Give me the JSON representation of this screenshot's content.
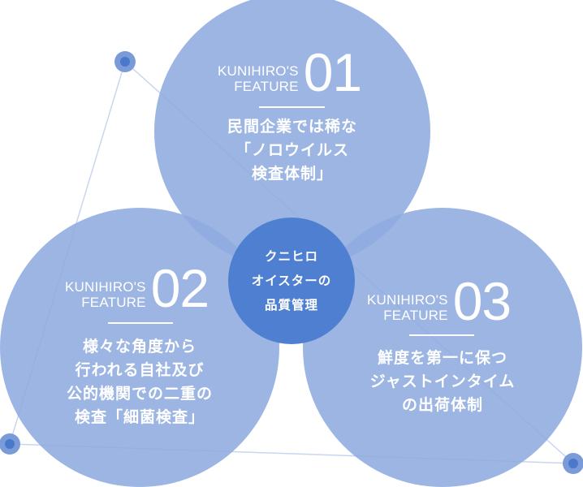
{
  "center": {
    "lines": [
      "クニヒロ",
      "オイスターの",
      "品質管理"
    ]
  },
  "features": [
    {
      "kicker_lines": [
        "KUNIHIRO'S",
        "FEATURE"
      ],
      "number": "01",
      "desc_lines": [
        "民間企業では稀な",
        "「ノロウイルス",
        "検査体制」"
      ]
    },
    {
      "kicker_lines": [
        "KUNIHIRO'S",
        "FEATURE"
      ],
      "number": "02",
      "desc_lines": [
        "様々な角度から",
        "行われる自社及び",
        "公的機関での二重の",
        "検査「細菌検査」"
      ]
    },
    {
      "kicker_lines": [
        "KUNIHIRO'S",
        "FEATURE"
      ],
      "number": "03",
      "desc_lines": [
        "鮮度を第一に保つ",
        "ジャストインタイム",
        "の出荷体制"
      ]
    }
  ],
  "colors": {
    "circle_fill": "#8eabdf",
    "center_fill": "#4f7fd0",
    "line": "#c9d6ee",
    "dot_outer": "#7a9bd8",
    "dot_inner": "#4a78cc"
  }
}
